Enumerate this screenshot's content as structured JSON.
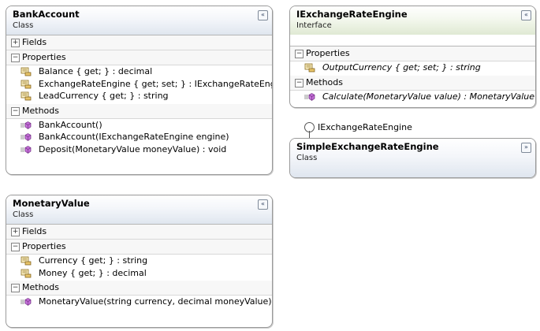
{
  "shapes": {
    "bankaccount": {
      "title": "BankAccount",
      "kind": "Class",
      "sections": {
        "fields": "Fields",
        "properties": "Properties",
        "methods": "Methods"
      },
      "properties": [
        "Balance { get; } : decimal",
        "ExchangeRateEngine { get; set; } : IExchangeRateEngine",
        "LeadCurrency { get; } : string"
      ],
      "methods": [
        "BankAccount()",
        "BankAccount(IExchangeRateEngine engine)",
        "Deposit(MonetaryValue moneyValue) : void"
      ]
    },
    "iexchange": {
      "title": "IExchangeRateEngine",
      "kind": "Interface",
      "sections": {
        "properties": "Properties",
        "methods": "Methods"
      },
      "properties": [
        "OutputCurrency { get; set; } : string"
      ],
      "methods": [
        "Calculate(MonetaryValue value) : MonetaryValue"
      ]
    },
    "simple": {
      "title": "SimpleExchangeRateEngine",
      "kind": "Class",
      "lollipop_label": "IExchangeRateEngine"
    },
    "monetary": {
      "title": "MonetaryValue",
      "kind": "Class",
      "sections": {
        "fields": "Fields",
        "properties": "Properties",
        "methods": "Methods"
      },
      "properties": [
        "Currency { get; } : string",
        "Money { get; } : decimal"
      ],
      "methods": [
        "MonetaryValue(string currency, decimal moneyValue)"
      ]
    }
  },
  "icons": {
    "expanded_toggle": "−",
    "collapsed_toggle": "+",
    "collapse_chevron": "«",
    "expand_chevron": "»",
    "property_icon": "property-hand-icon",
    "method_icon": "method-cube-icon"
  },
  "colors": {
    "class_header": "#dfe6ef",
    "interface_header": "#dfe9d3",
    "method_icon": "#b14fc5",
    "property_icon": "#c9a54a"
  }
}
